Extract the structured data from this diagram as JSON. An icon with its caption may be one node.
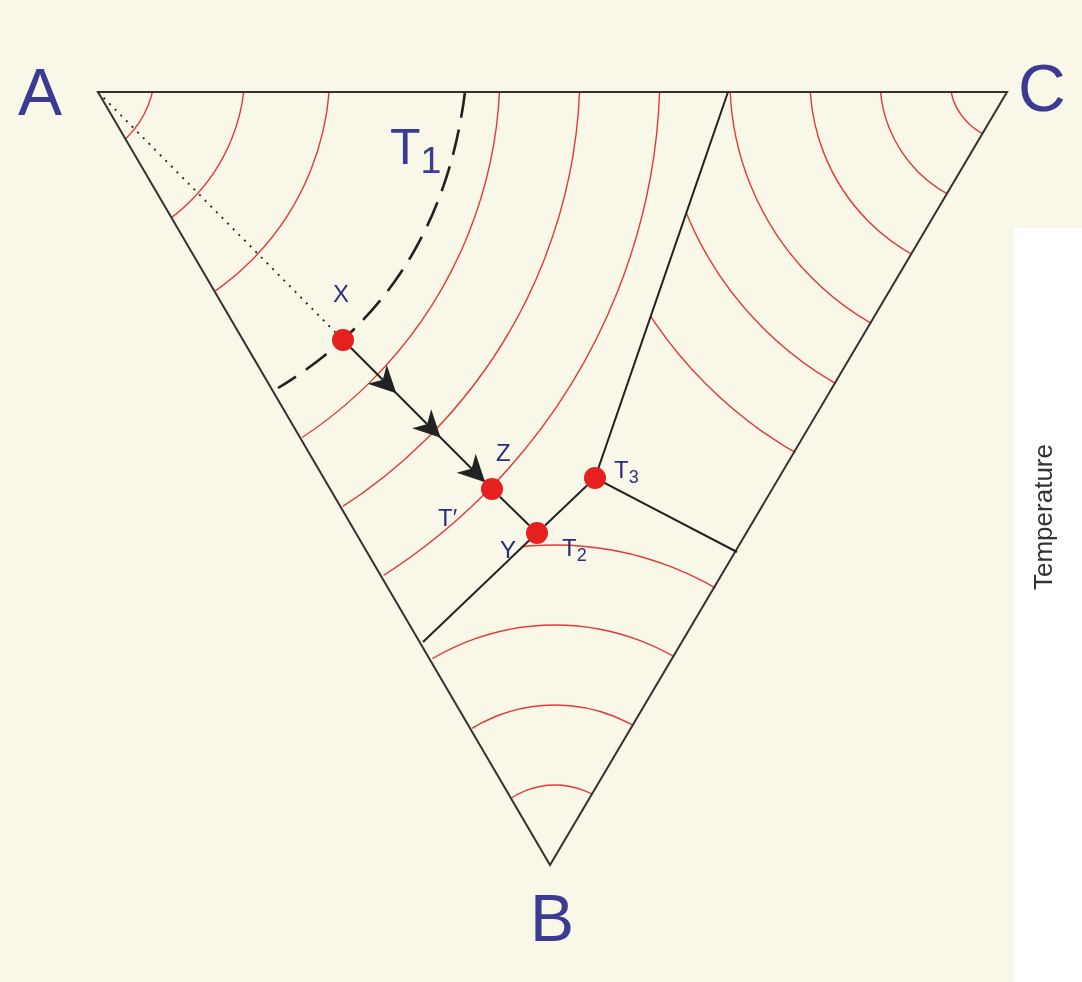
{
  "diagram": {
    "nodes": [
      {
        "text": [
          "A"
        ]
      },
      {
        "text": [],
        "shape": "circle",
        "beside": [
          "X"
        ]
      },
      {
        "text": [],
        "shape": "circle",
        "beside": [
          "Z",
          "T′"
        ]
      },
      {
        "text": [],
        "shape": "circle",
        "beside": [
          "Y",
          "T$_{2}$"
        ]
      },
      {
        "text": [],
        "shape": "circle",
        "beside": [
          "T$_{3}$"
        ]
      }
    ],
    "edges": [
      {
        "from": 0,
        "to": 1,
        "arrow": "none",
        "style": "dashed"
      },
      {
        "from": 1,
        "to": 2,
        "arrow": "to"
      },
      {
        "from": 2,
        "to": 3,
        "arrow": "none"
      },
      {
        "from": 3,
        "to": 4,
        "arrow": "none"
      }
    ],
    "labels": [
      "C",
      "T$_{1}$",
      "B",
      "Temperature"
    ]
  }
}
